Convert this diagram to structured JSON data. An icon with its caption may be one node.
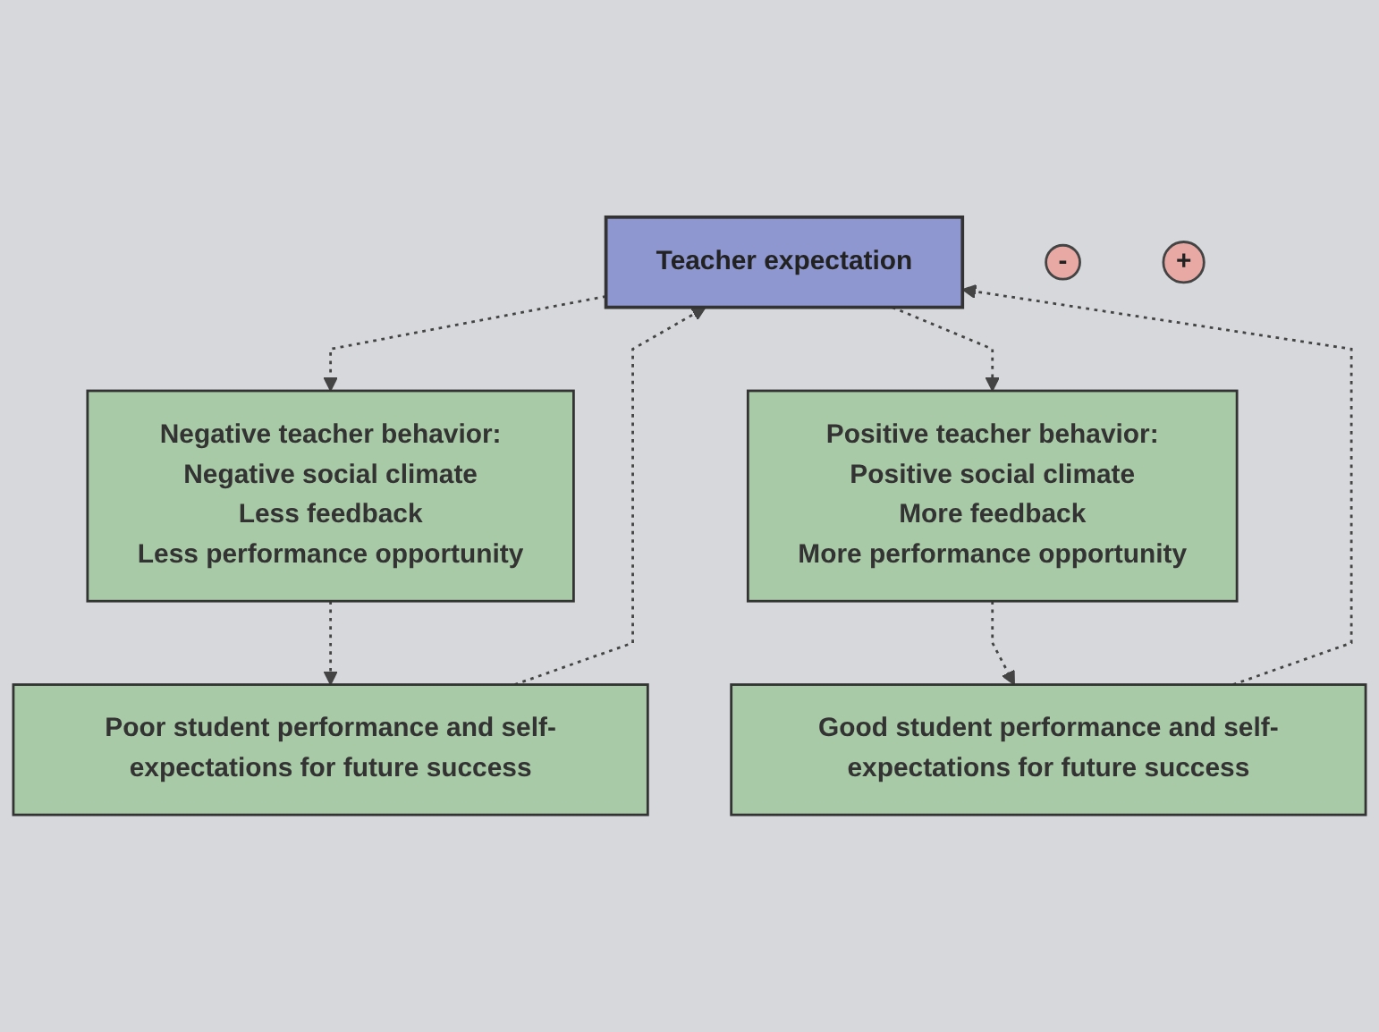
{
  "diagram": {
    "nodes": [
      {
        "text": [
          "Teacher expectation"
        ]
      },
      {
        "text": [
          "-"
        ]
      },
      {
        "text": [
          "+"
        ]
      },
      {
        "text": [
          "Negative teacher behavior:",
          "Negative social climate",
          "Less feedback",
          "Less performance opportunity"
        ]
      },
      {
        "text": [
          "Positive teacher behavior:",
          "Positive social climate",
          "More feedback",
          "More performance opportunity"
        ]
      },
      {
        "text": [
          "Poor student performance and self-expectations for future success"
        ]
      },
      {
        "text": [
          "Good student performance and self-expectations for future success"
        ]
      }
    ],
    "edges": [
      {
        "from": 0,
        "to": 3,
        "arrow": "to",
        "style": "dashed"
      },
      {
        "from": 0,
        "to": 4,
        "arrow": "to",
        "style": "dashed"
      },
      {
        "from": 3,
        "to": 5,
        "arrow": "to",
        "style": "dashed"
      },
      {
        "from": 4,
        "to": 6,
        "arrow": "to",
        "style": "dashed"
      },
      {
        "from": 5,
        "to": 0,
        "arrow": "to",
        "style": "dashed"
      },
      {
        "from": 6,
        "to": 0,
        "arrow": "to",
        "style": "dashed"
      }
    ]
  }
}
